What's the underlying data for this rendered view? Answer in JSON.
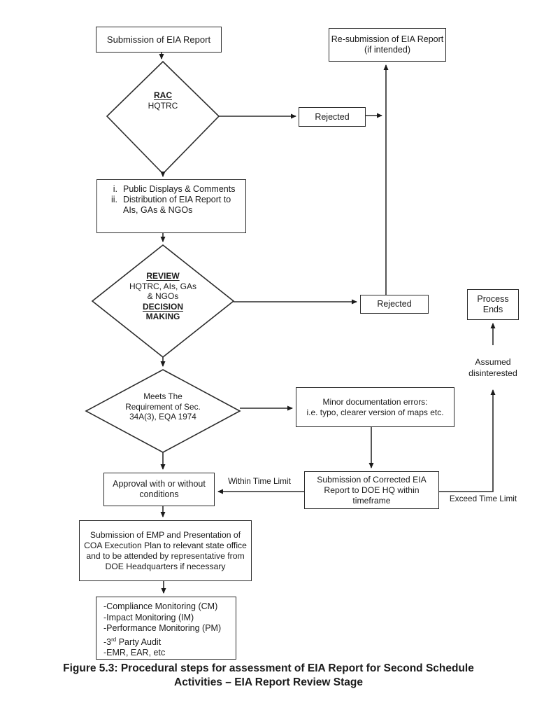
{
  "caption": {
    "line1": "Figure 5.3: Procedural steps for assessment of EIA Report for Second Schedule",
    "line2": "Activities – EIA Report Review Stage"
  },
  "nodes": {
    "submission": "Submission of EIA Report",
    "resubmission": "Re-submission of EIA Report (if intended)",
    "rac_title": "RAC",
    "rac_sub": "HQTRC",
    "rejected1": "Rejected",
    "public_i_num": "i.",
    "public_i_text": "Public Displays & Comments",
    "public_ii_num": "ii.",
    "public_ii_text": "Distribution of EIA Report to AIs, GAs & NGOs",
    "review_l1": "REVIEW",
    "review_l2": "HQTRC, AIs, GAs",
    "review_l3": "& NGOs",
    "review_l4": "DECISION",
    "review_l5": "MAKING",
    "rejected2": "Rejected",
    "process_ends": "Process Ends",
    "meets_l1": "Meets The",
    "meets_l2": "Requirement of Sec.",
    "meets_l3": "34A(3), EQA 1974",
    "minor_l1": "Minor documentation errors:",
    "minor_l2": "i.e. typo, clearer version of maps etc.",
    "corrected": "Submission of Corrected EIA Report to DOE HQ within timeframe",
    "approval": "Approval with or without conditions",
    "emp": "Submission of EMP and Presentation of COA Execution Plan to relevant state office and to be attended by representative from DOE Headquarters if necessary",
    "monitoring_l1": "-Compliance Monitoring (CM)",
    "monitoring_l2": "-Impact Monitoring (IM)",
    "monitoring_l3": "-Performance Monitoring (PM)",
    "monitoring_l4_pre": "-3",
    "monitoring_l4_sup": "rd",
    "monitoring_l4_post": " Party Audit",
    "monitoring_l5": "-EMR, EAR, etc"
  },
  "labels": {
    "within_time_limit": "Within Time Limit",
    "exceed_time_limit": "Exceed Time Limit",
    "assumed_disinterested": "Assumed disinterested"
  },
  "colors": {
    "line": "#2b2b2b",
    "text": "#1a1a1a",
    "background": "#ffffff"
  }
}
